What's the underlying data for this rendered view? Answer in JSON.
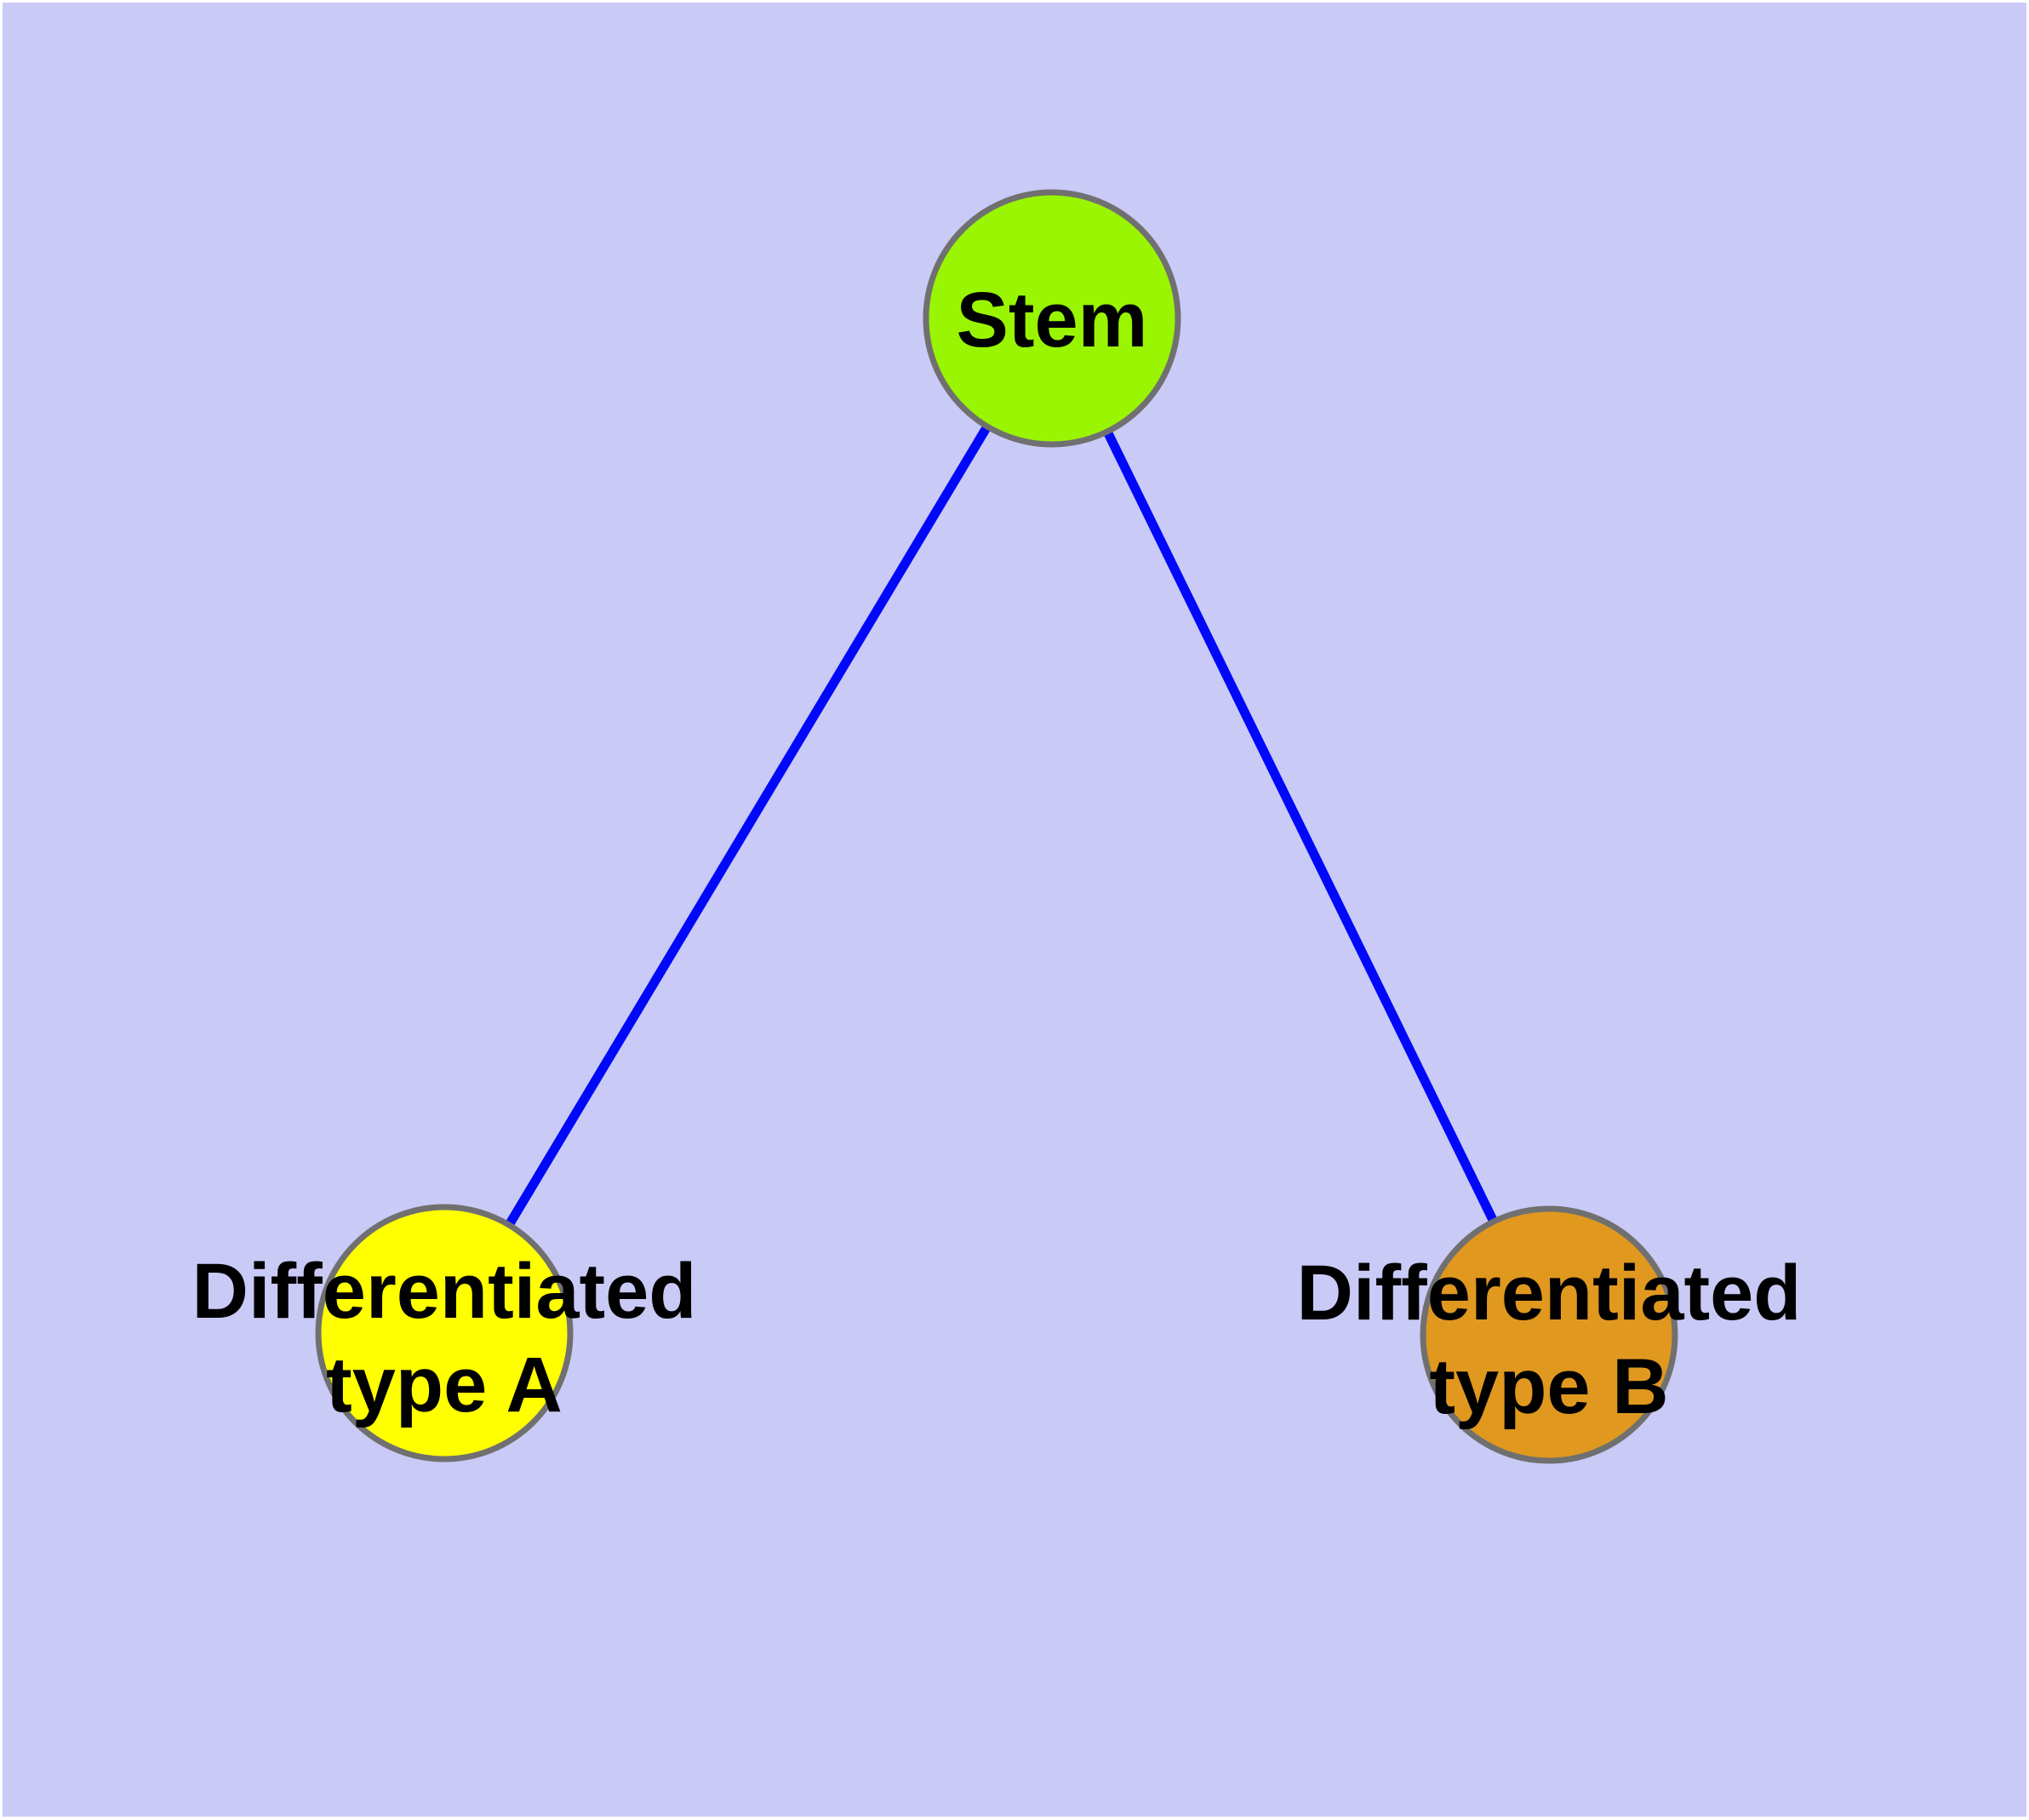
{
  "diagram": {
    "type": "node-link-graph",
    "description": "Stem cell differentiation graph with one root node and two differentiated child nodes",
    "colors": {
      "background": "#cacaf7",
      "page_margin": "#ffffff",
      "edge": "#0008fa",
      "node_border": "#707070",
      "label_text": "#000000"
    },
    "nodes": {
      "stem": {
        "label": "Stem",
        "fill": "#9af502"
      },
      "type_a": {
        "line1": "Differentiated",
        "line2": "type A",
        "fill": "#ffff00"
      },
      "type_b": {
        "line1": "Differentiated",
        "line2": "type B",
        "fill": "#e0981f"
      }
    },
    "edges": [
      {
        "from": "Stem",
        "to": "Differentiated type A"
      },
      {
        "from": "Stem",
        "to": "Differentiated type B"
      }
    ]
  }
}
